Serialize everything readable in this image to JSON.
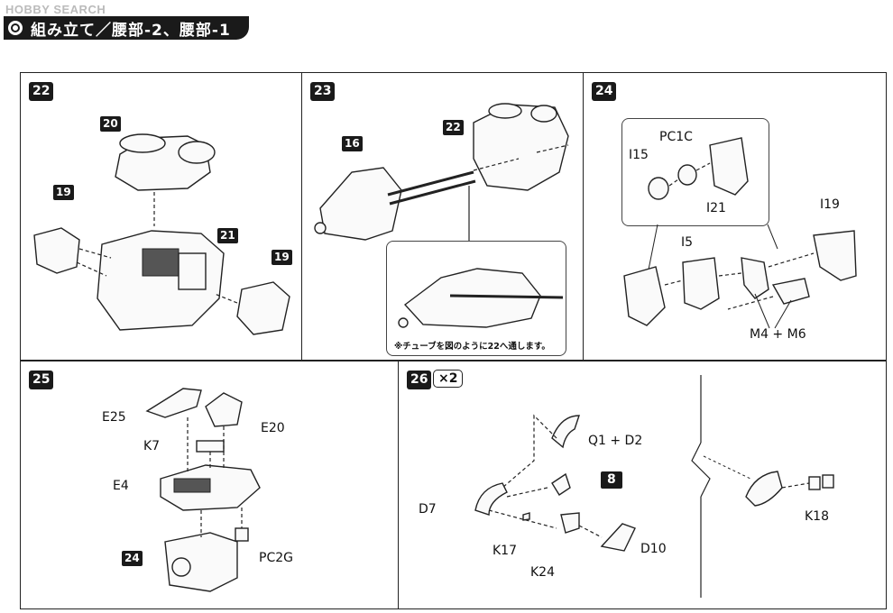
{
  "header": {
    "watermark": "HOBBY SEARCH",
    "title": "組み立て／腰部-2、腰部-1"
  },
  "steps": {
    "s22": {
      "badge": "22",
      "parts": [
        "20",
        "21",
        "19",
        "19"
      ]
    },
    "s23": {
      "badge": "23",
      "parts": [
        "16",
        "22"
      ],
      "note": "※チューブを図のように22へ通します。"
    },
    "s24": {
      "badge": "24",
      "labels": [
        "PC1C",
        "I15",
        "I21",
        "I19",
        "I5",
        "M4 + M6"
      ]
    },
    "s25": {
      "badge": "25",
      "labels": [
        "E25",
        "E20",
        "K7",
        "E4",
        "PC2G"
      ],
      "parts": [
        "24"
      ]
    },
    "s26": {
      "badge": "26",
      "multiplier": "×2",
      "labels": [
        "Q1 + D2",
        "D7",
        "K17",
        "K24",
        "D10",
        "K18"
      ],
      "parts": [
        "8"
      ]
    }
  }
}
